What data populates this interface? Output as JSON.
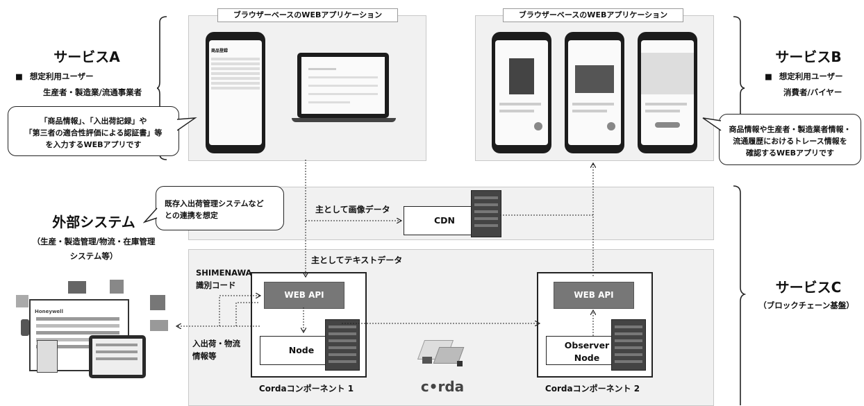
{
  "top_left_tag": "ブラウザーベースのWEBアプリケーション",
  "top_right_tag": "ブラウザーベースのWEBアプリケーション",
  "service_a": {
    "title": "サービスA",
    "bullet": "■",
    "users_label": "想定利用ユーザー",
    "users": "生産者・製造業/流通事業者",
    "bubble_lines": [
      "「商品情報」、「入出荷記録」や",
      "「第三者の適合性評価による認証書」等",
      "を入力するWEBアプリです"
    ]
  },
  "service_b": {
    "title": "サービスB",
    "bullet": "■",
    "users_label": "想定利用ユーザー",
    "users": "消費者/バイヤー",
    "bubble_lines": [
      "商品情報や生産者・製造業者情報・",
      "流通履歴におけるトレース情報を",
      "確認するWEBアプリです"
    ]
  },
  "external": {
    "title": "外部システム",
    "sub_lines": [
      "（生産・製造管理/物流・在庫管理",
      "システム等）"
    ],
    "bubble_lines": [
      "既存入出荷管理システムなど",
      "との連携を想定"
    ],
    "illustration_brand": "Honeywell"
  },
  "service_c": {
    "title": "サービスC",
    "sub": "（ブロックチェーン基盤）"
  },
  "cdn": {
    "label": "CDN",
    "arrow_label": "主として画像データ"
  },
  "text_data_label": "主としてテキストデータ",
  "shimenawa_lines": [
    "SHIMENAWA",
    "識別コード"
  ],
  "shipping_lines": [
    "入出荷・物流",
    "情報等"
  ],
  "corda1": {
    "api": "WEB API",
    "node": "Node",
    "caption": "Cordaコンポーネント 1"
  },
  "corda2": {
    "api": "WEB API",
    "node_lines": [
      "Observer",
      "Node"
    ],
    "caption": "Cordaコンポーネント 2"
  },
  "corda_logo": "c•rda",
  "phone_a": {
    "header": "商品登録"
  }
}
